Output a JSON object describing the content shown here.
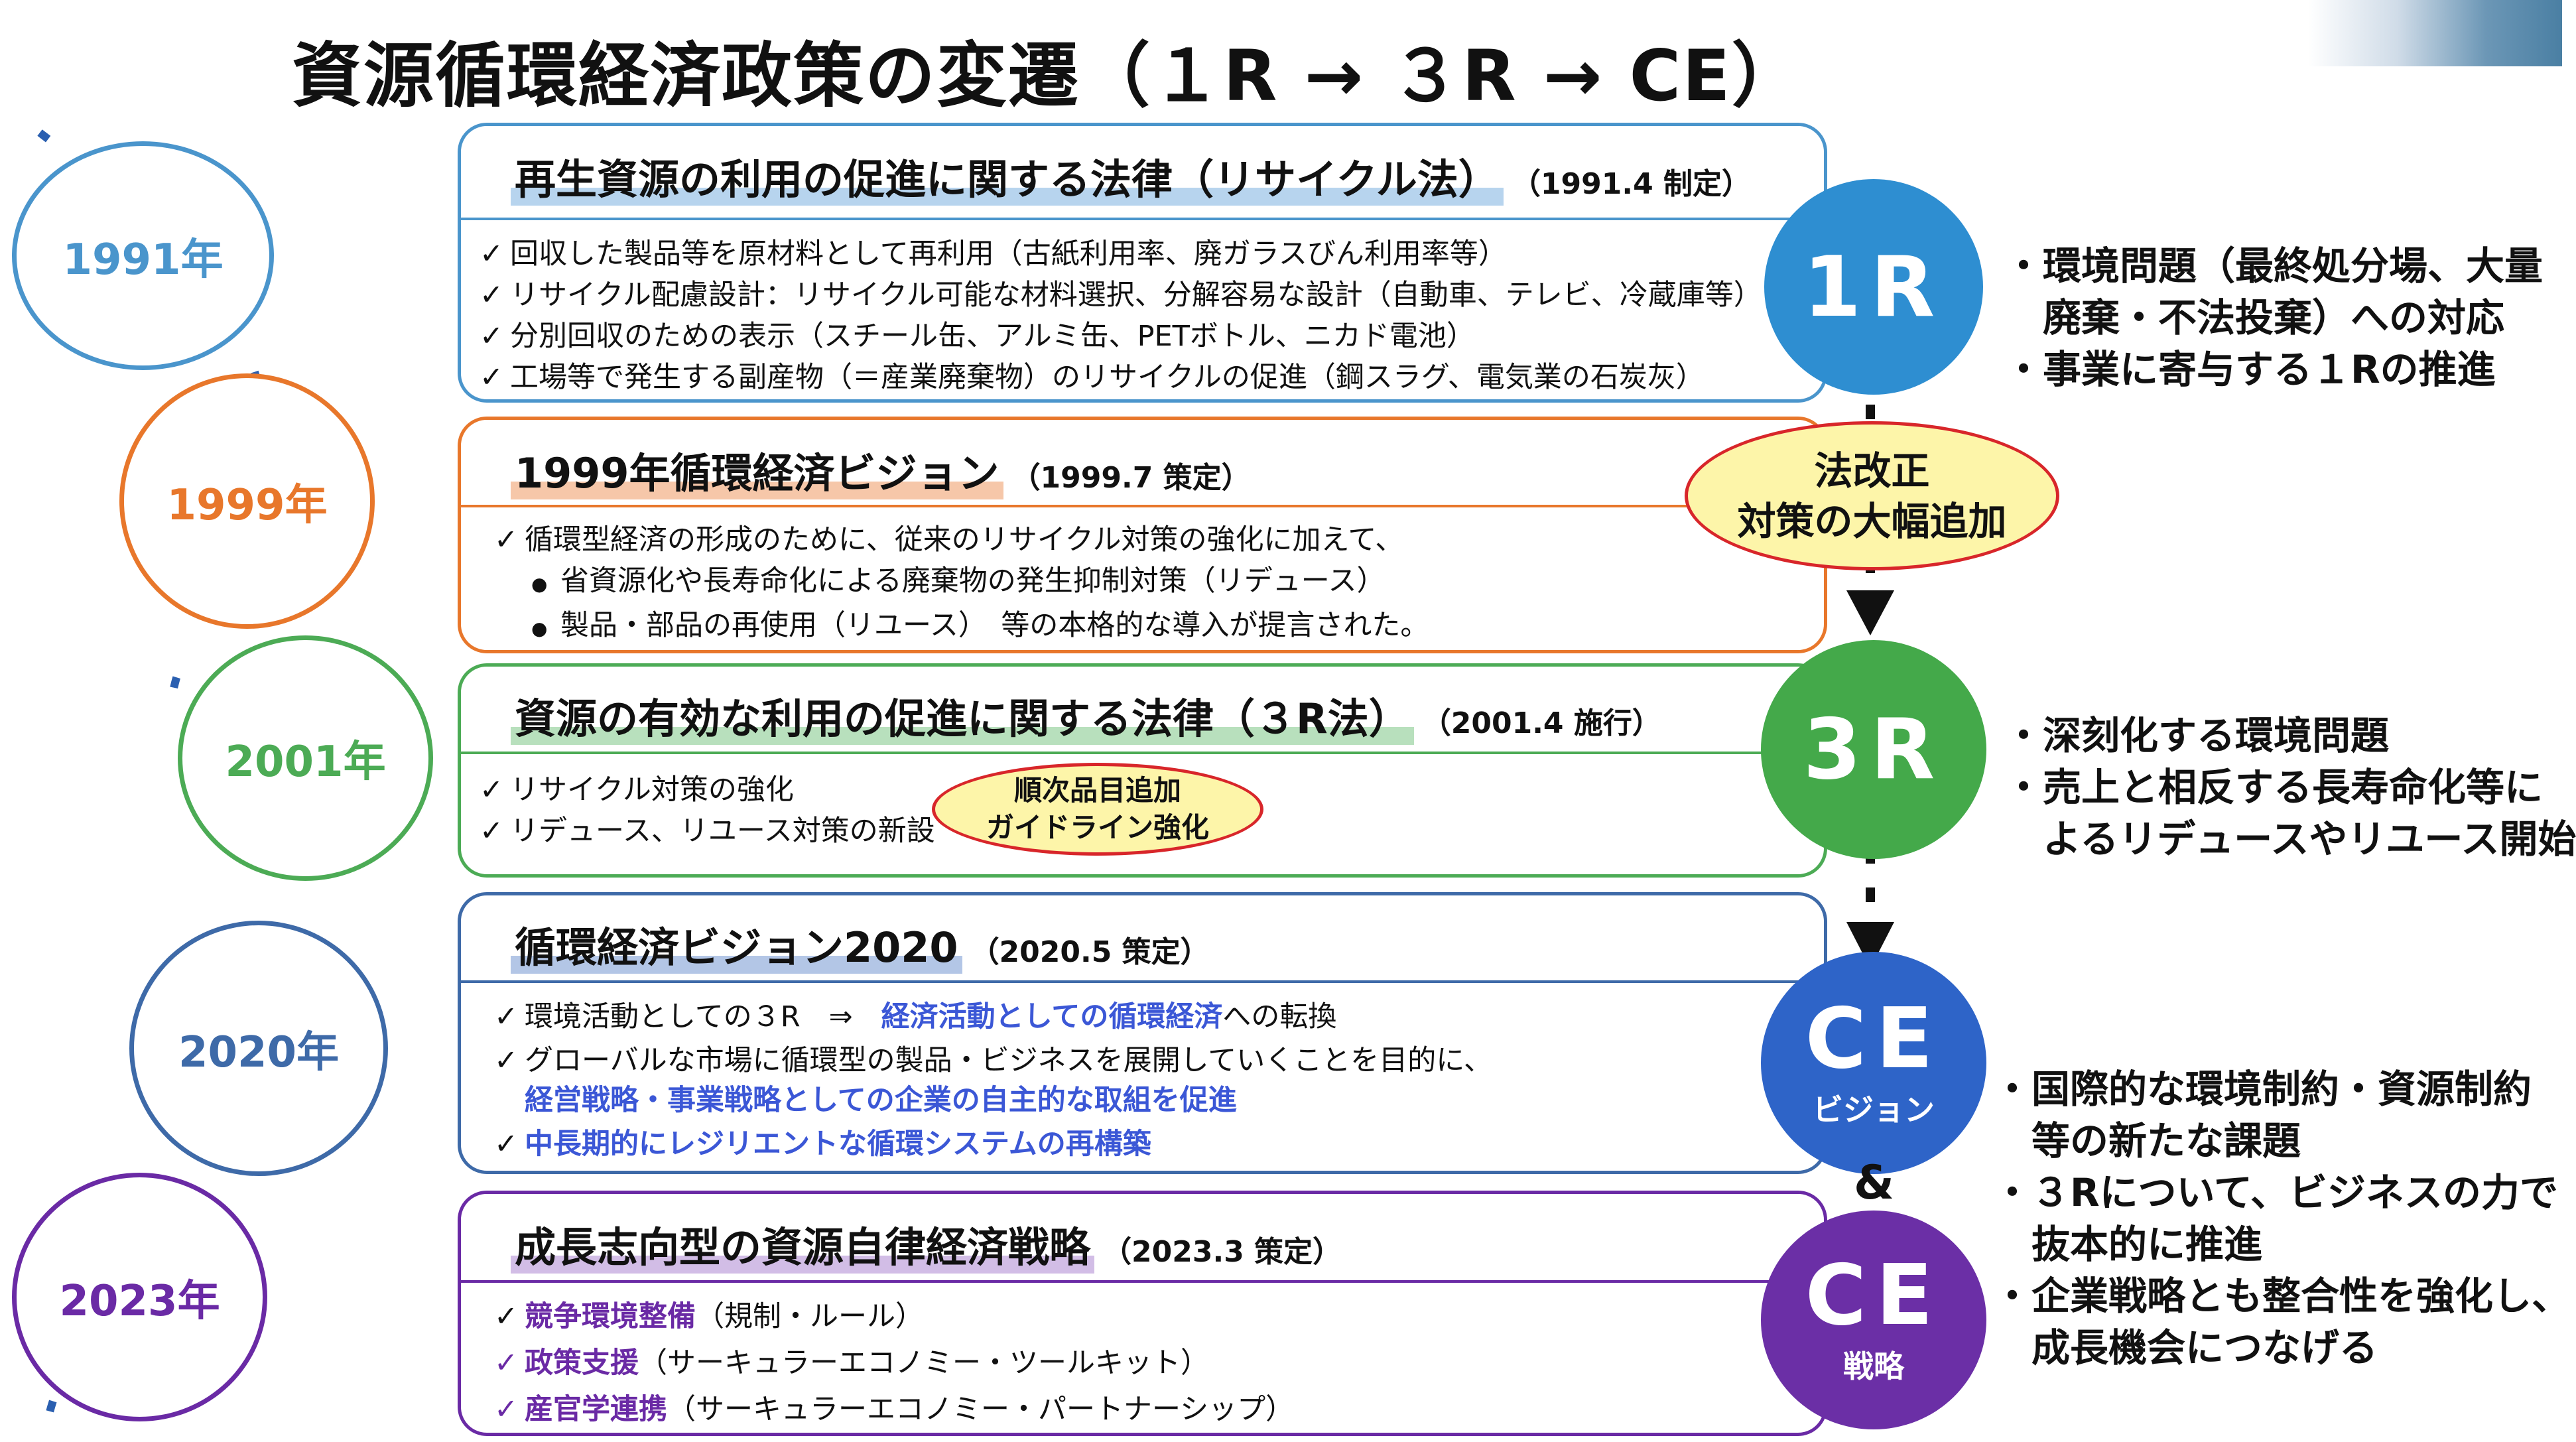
{
  "title": "資源循環経済政策の変遷（１R → ３R → CE）",
  "years": [
    "1991年",
    "1999年",
    "2001年",
    "2020年",
    "2023年"
  ],
  "colors": {
    "y1991": "#4a95cc",
    "y1999": "#e8772b",
    "y2001": "#4cab55",
    "y2020": "#3e6aa8",
    "y2023": "#6a2aa5",
    "timeline": "#2a5fb0",
    "highlight_1991": "#b7d4ee",
    "highlight_1999": "#f6c7a9",
    "highlight_2001": "#b8e0bd",
    "highlight_2020": "#b3c6e6",
    "highlight_2023": "#d2bde6",
    "circle_1r": "#2e8ed1",
    "circle_3r": "#44a94a",
    "circle_ce1": "#2e64c8",
    "circle_ce2": "#6b2fa6"
  },
  "boxes": {
    "b1991": {
      "title": "再生資源の利用の促進に関する法律（リサイクル法）",
      "date": "（1991.4 制定）",
      "items": [
        "回収した製品等を原材料として再利用（古紙利用率、廃ガラスびん利用率等）",
        "リサイクル配慮設計：リサイクル可能な材料選択、分解容易な設計（自動車、テレビ、冷蔵庫等）",
        "分別回収のための表示（スチール缶、アルミ缶、PETボトル、ニカド電池）",
        "工場等で発生する副産物（＝産業廃棄物）のリサイクルの促進（鋼スラグ、電気業の石炭灰）"
      ]
    },
    "b1999": {
      "title": "1999年循環経済ビジョン",
      "date": "（1999.7 策定）",
      "item_main": "循環型経済の形成のために、従来のリサイクル対策の強化に加えて、",
      "bullets": [
        "省資源化や長寿命化による廃棄物の発生抑制対策（リデュース）",
        "製品・部品の再使用（リユース）　等の本格的な導入が提言された。"
      ]
    },
    "b2001": {
      "title": "資源の有効な利用の促進に関する法律（３R法）",
      "date": "（2001.4 施行）",
      "items": [
        "リサイクル対策の強化",
        "リデュース、リユース対策の新設"
      ],
      "oval_line1": "順次品目追加",
      "oval_line2": "ガイドライン強化"
    },
    "b2020": {
      "title": "循環経済ビジョン2020",
      "date": "（2020.5 策定）",
      "item1_pre": "環境活動としての３R　⇒　",
      "item1_bold": "経済活動としての循環経済",
      "item1_post": "への転換",
      "item2_line1": "グローバルな市場に循環型の製品・ビジネスを展開していくことを目的に、",
      "item2_line2": "経営戦略・事業戦略としての企業の自主的な取組を促進",
      "item3": "中長期的にレジリエントな循環システムの再構築"
    },
    "b2023": {
      "title": "成長志向型の資源自律経済戦略",
      "date": "（2023.3 策定）",
      "items": [
        {
          "bold": "競争環境整備",
          "rest": "（規制・ルール）"
        },
        {
          "bold": "政策支援",
          "rest": "（サーキュラーエコノミー・ツールキット）"
        },
        {
          "bold": "産官学連携",
          "rest": "（サーキュラーエコノミー・パートナーシップ）"
        }
      ]
    }
  },
  "circles": {
    "c1r": "1R",
    "c3r": "3R",
    "ce1_label": "CE",
    "ce1_sub": "ビジョン",
    "ce2_label": "CE",
    "ce2_sub": "戦略",
    "amp": "&"
  },
  "oval_law": {
    "line1": "法改正",
    "line2": "対策の大幅追加"
  },
  "side": {
    "s1r": [
      "・環境問題（最終処分場、大量",
      "　廃棄・不法投棄）への対応",
      "・事業に寄与する１Rの推進"
    ],
    "s3r": [
      "・深刻化する環境問題",
      "・売上と相反する長寿命化等に",
      "　よるリデュースやリユース開始"
    ],
    "sce": [
      "・国際的な環境制約・資源制約",
      "　等の新たな課題",
      "・３Rについて、ビジネスの力で",
      "　抜本的に推進",
      "・企業戦略とも整合性を強化し、",
      "　成長機会につなげる"
    ]
  },
  "icons": {
    "check": "✓",
    "bullet": "●",
    "arrow_down": "▼"
  }
}
